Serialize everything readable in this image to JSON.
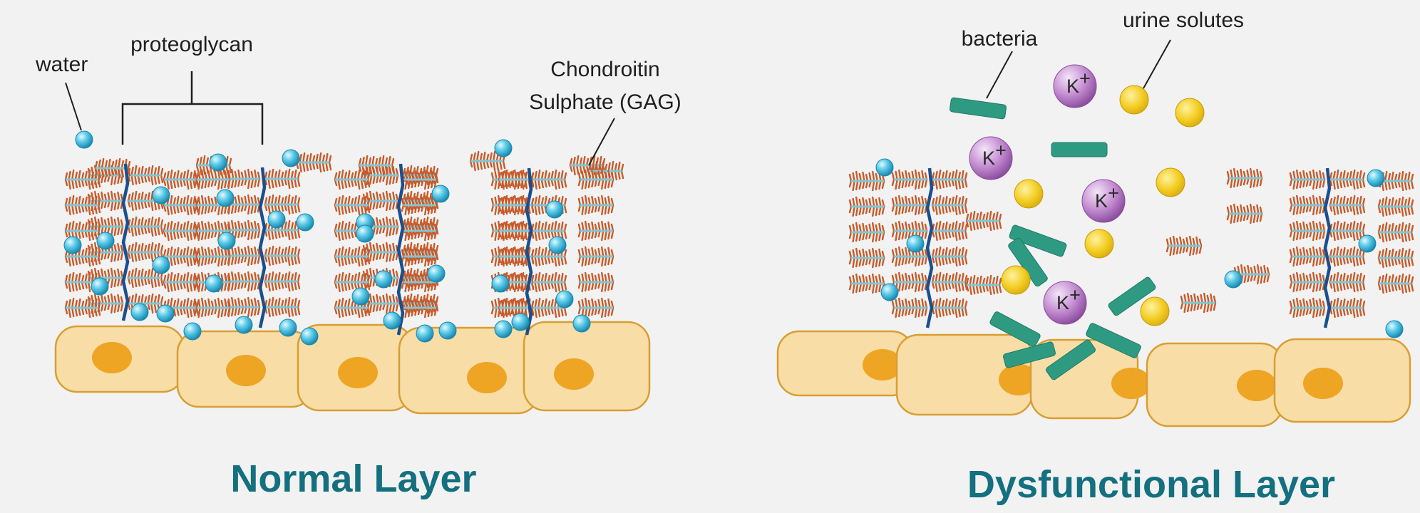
{
  "panels": {
    "normal": {
      "title": "Normal Layer",
      "labels": {
        "water": "water",
        "proteoglycan": "proteoglycan",
        "chondroitin_line1": "Chondroitin",
        "chondroitin_line2": "Sulphate (GAG)"
      }
    },
    "dysfunctional": {
      "title": "Dysfunctional Layer",
      "labels": {
        "bacteria": "bacteria",
        "urine_solutes": "urine solutes"
      },
      "ion_label": "K"
    }
  },
  "colors": {
    "background": "#f2f2f2",
    "title": "#14707f",
    "cell_fill": "#f8dda6",
    "cell_stroke": "#d89e33",
    "nucleus": "#eea524",
    "gag_fiber": "#c85a2a",
    "gag_axis": "#7fc6d4",
    "core_protein": "#1c4f8c",
    "water": "#35b8dc",
    "bacteria": "#2f9a82",
    "potassium": "#b97ac8",
    "solute": "#f2cc1f",
    "line": "#1f1f1f"
  },
  "icons": [
    "water-molecule-icon",
    "bacteria-icon",
    "potassium-ion-icon",
    "urine-solute-icon"
  ]
}
